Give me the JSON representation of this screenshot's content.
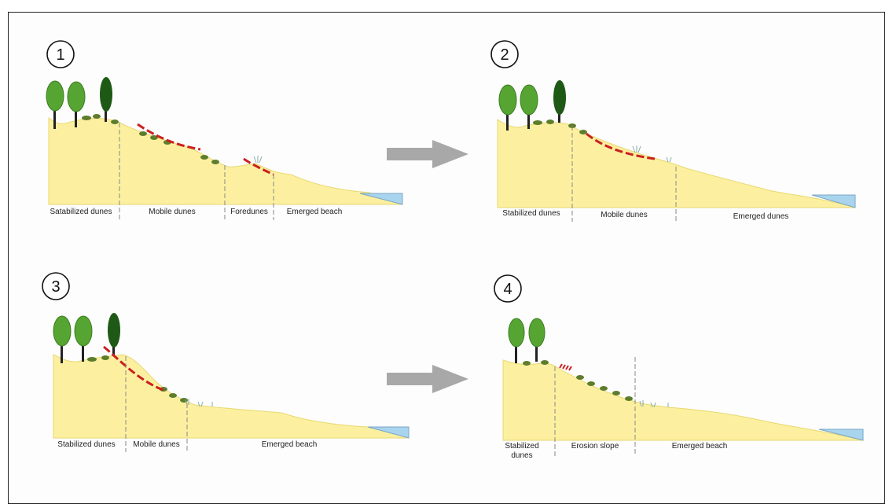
{
  "panels": [
    {
      "number": "1",
      "zones": [
        "Satabilized dunes",
        "Mobile dunes",
        "Foredunes",
        "Emerged beach"
      ]
    },
    {
      "number": "2",
      "zones": [
        "Stabilized dunes",
        "Mobile dunes",
        "Emerged dunes"
      ]
    },
    {
      "number": "3",
      "zones": [
        "Stabilized dunes",
        "Mobile dunes",
        "Emerged beach"
      ]
    },
    {
      "number": "4",
      "zones": [
        "Stabilized dunes",
        "Erosion slope",
        "Emerged beach"
      ]
    }
  ],
  "colors": {
    "sand": "#fcf0a0",
    "sand_edge": "#e8d870",
    "water": "#a9d4ee",
    "erosion_line": "#cc1f1f",
    "shrub": "#5e7d2c",
    "tree_light": "#56a532",
    "tree_dark": "#1e5a16",
    "arrow": "#a8a8a8"
  }
}
